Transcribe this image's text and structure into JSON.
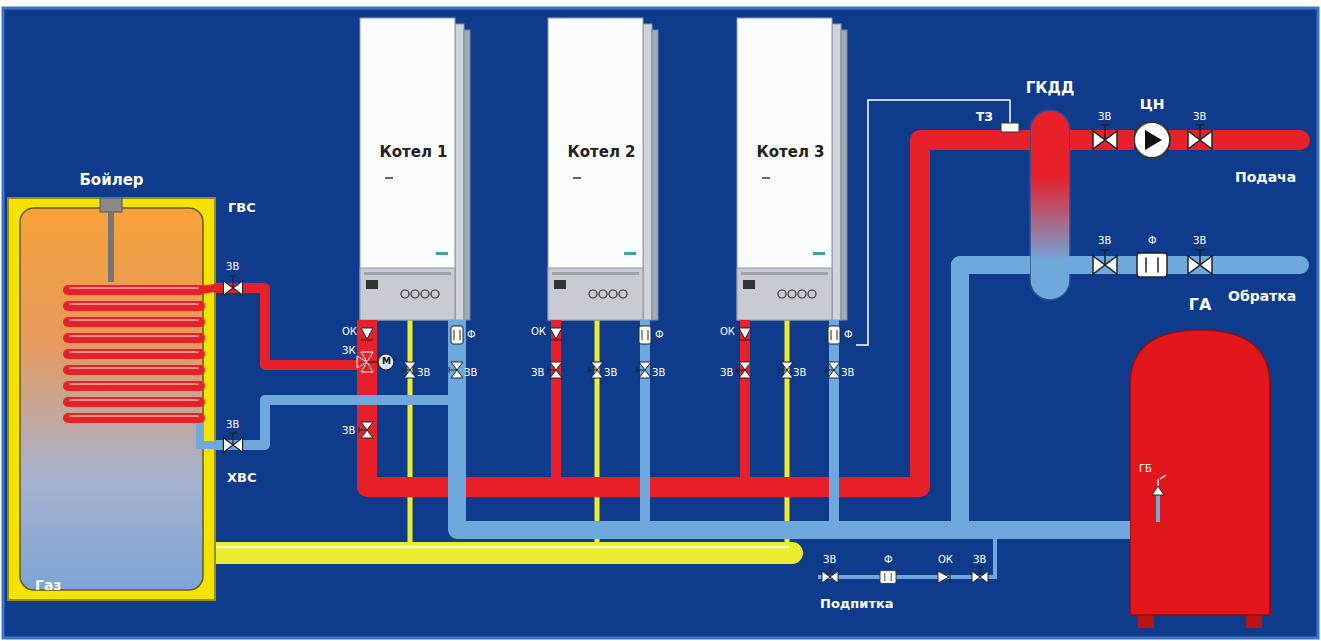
{
  "diagram": {
    "nodes": [
      {
        "text": [
          "Бойлер"
        ]
      },
      {
        "text": [
          "Котел 1"
        ]
      },
      {
        "text": [
          "Котел 2"
        ]
      },
      {
        "text": [
          "Котел 3"
        ]
      },
      {
        "text": [
          "ГКДД"
        ]
      },
      {
        "text": [
          "ЦН"
        ]
      },
      {
        "text": [
          "ГА"
        ]
      }
    ],
    "edges": [
      {
        "from": 1,
        "to": 4,
        "arrow": "none"
      },
      {
        "from": 2,
        "to": 4,
        "arrow": "none"
      },
      {
        "from": 3,
        "to": 4,
        "arrow": "none"
      },
      {
        "from": 4,
        "to": 5,
        "arrow": "none"
      },
      {
        "from": 4,
        "to": 1,
        "arrow": "none"
      },
      {
        "from": 4,
        "to": 2,
        "arrow": "none"
      },
      {
        "from": 4,
        "to": 3,
        "arrow": "none"
      },
      {
        "from": 6,
        "to": 4,
        "arrow": "none"
      },
      {
        "from": 1,
        "to": 0,
        "arrow": "none"
      },
      {
        "from": 0,
        "to": 1,
        "arrow": "none"
      }
    ],
    "labels": [
      "ГВС",
      "ЗВ",
      "ЗВ",
      "ХВС",
      "ОК",
      "ЗК",
      "M",
      "ЗВ",
      "ЗВ",
      "Ф",
      "ЗВ",
      "ОК",
      "ЗВ",
      "ЗВ",
      "Ф",
      "ЗВ",
      "ОК",
      "ЗВ",
      "ЗВ",
      "Ф",
      "ЗВ",
      "ТЗ",
      "ЗВ",
      "ЗВ",
      "Подача",
      "ЗВ",
      "Ф",
      "ЗВ",
      "Обратка",
      "ГБ",
      "Газ",
      "ЗВ",
      "Ф",
      "ОК",
      "ЗВ",
      "Подпитка"
    ]
  }
}
